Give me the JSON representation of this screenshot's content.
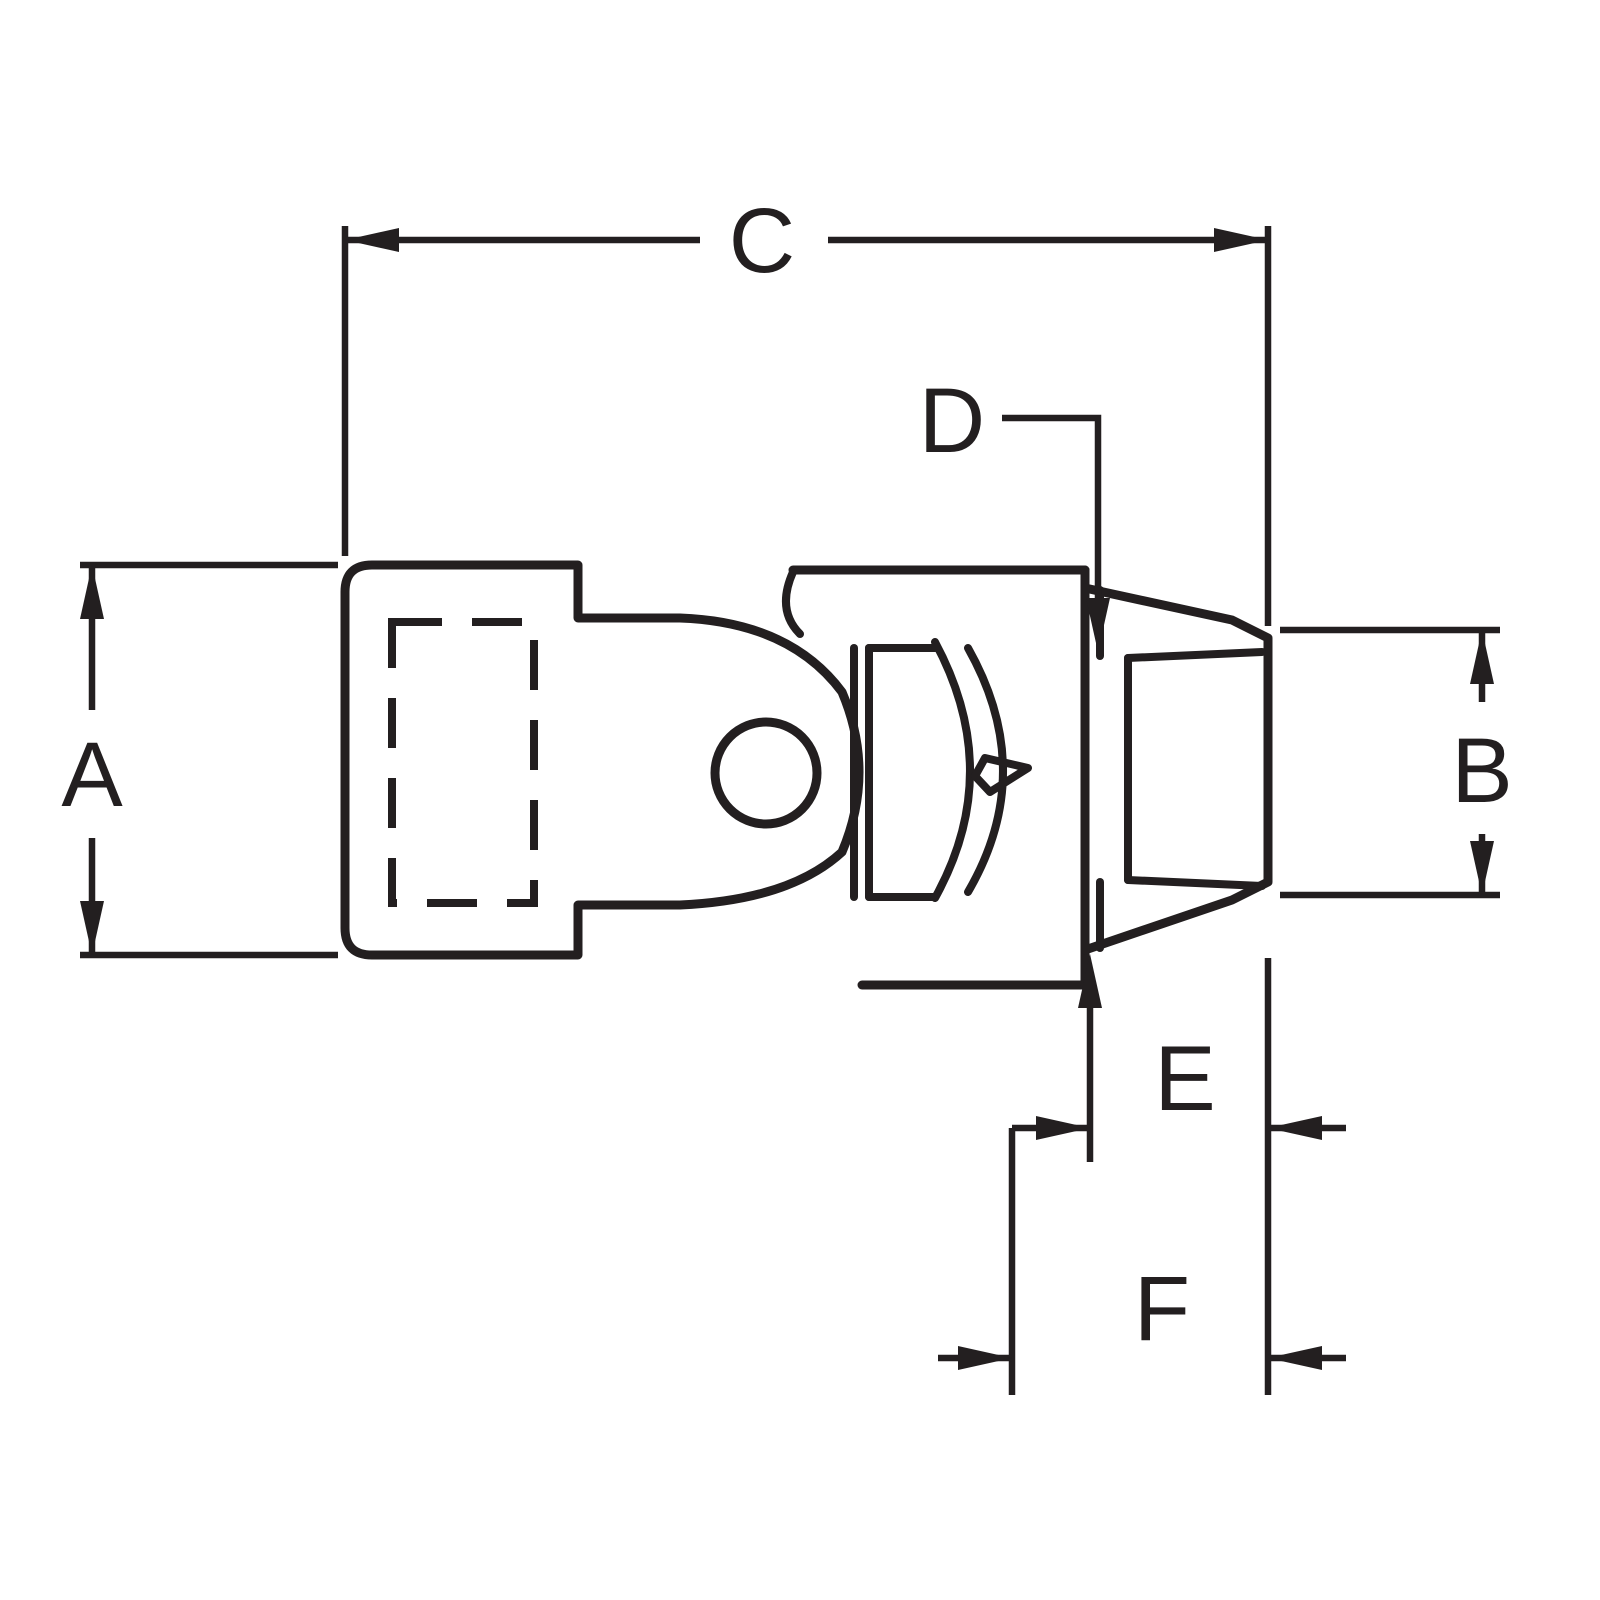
{
  "diagram": {
    "type": "technical-dimension-drawing",
    "subject": "universal-joint-side-view",
    "colors": {
      "line": "#231f20",
      "background": "#ffffff"
    },
    "labels": {
      "A": "A",
      "B": "B",
      "C": "C",
      "D": "D",
      "E": "E",
      "F": "F"
    }
  }
}
